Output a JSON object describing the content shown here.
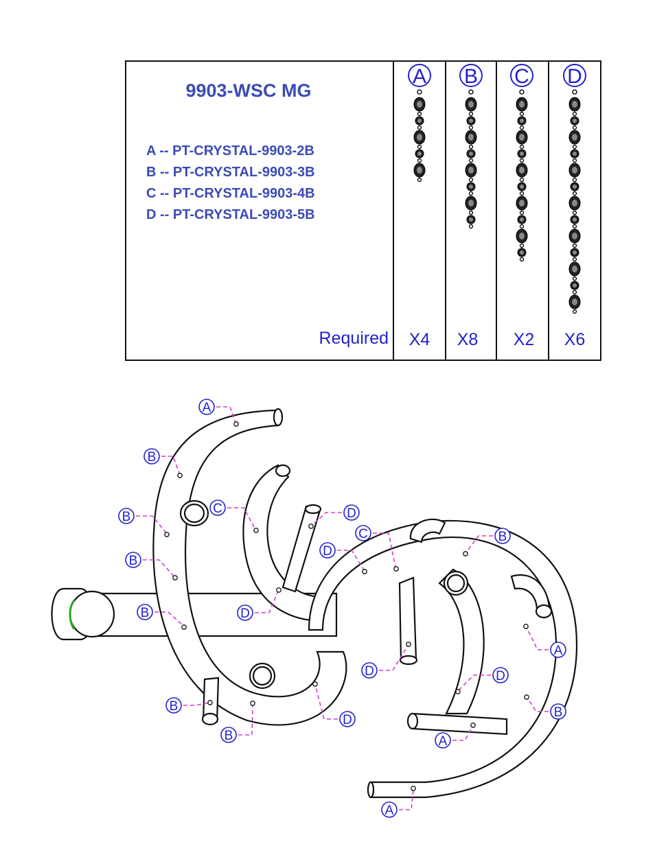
{
  "title": "9903-WSC MG",
  "parts": [
    {
      "key": "A",
      "label": "A -- PT-CRYSTAL-9903-2B"
    },
    {
      "key": "B",
      "label": "B -- PT-CRYSTAL-9903-3B"
    },
    {
      "key": "C",
      "label": "C -- PT-CRYSTAL-9903-4B"
    },
    {
      "key": "D",
      "label": "D -- PT-CRYSTAL-9903-5B"
    }
  ],
  "required_label": "Required",
  "columns": [
    {
      "letter": "A",
      "qty": "X4"
    },
    {
      "letter": "B",
      "qty": "X8"
    },
    {
      "letter": "C",
      "qty": "X2"
    },
    {
      "letter": "D",
      "qty": "X6"
    }
  ],
  "callouts": [
    "A",
    "B",
    "B",
    "B",
    "B",
    "C",
    "D",
    "D",
    "D",
    "C",
    "B",
    "A",
    "D",
    "D",
    "B",
    "B",
    "B",
    "D",
    "A",
    "A",
    "B"
  ],
  "colors": {
    "label_blue": "#2222cc",
    "title_blue": "#3a4bb5",
    "leader_magenta": "#d63cc9",
    "cap_green": "#22aa22"
  }
}
